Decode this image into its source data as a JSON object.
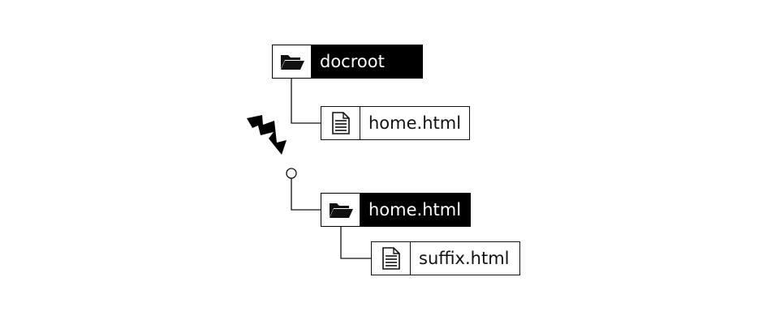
{
  "diagram": {
    "nodes": [
      {
        "id": "docroot",
        "kind": "folder",
        "label": "docroot",
        "icon": "folder-icon"
      },
      {
        "id": "home-file",
        "kind": "file",
        "label": "home.html",
        "icon": "document-icon"
      },
      {
        "id": "home-folder",
        "kind": "folder",
        "label": "home.html",
        "icon": "folder-icon"
      },
      {
        "id": "suffix-file",
        "kind": "file",
        "label": "suffix.html",
        "icon": "document-icon"
      }
    ],
    "edges": [
      {
        "from": "docroot",
        "to": "home-file"
      },
      {
        "from": "home-folder",
        "to": "suffix-file"
      }
    ],
    "marks": [
      {
        "name": "lightning-bolt-icon"
      },
      {
        "name": "open-circle-joint"
      }
    ],
    "colors": {
      "line": "#111111",
      "folder_fill": "#000000",
      "folder_text": "#ffffff"
    }
  }
}
